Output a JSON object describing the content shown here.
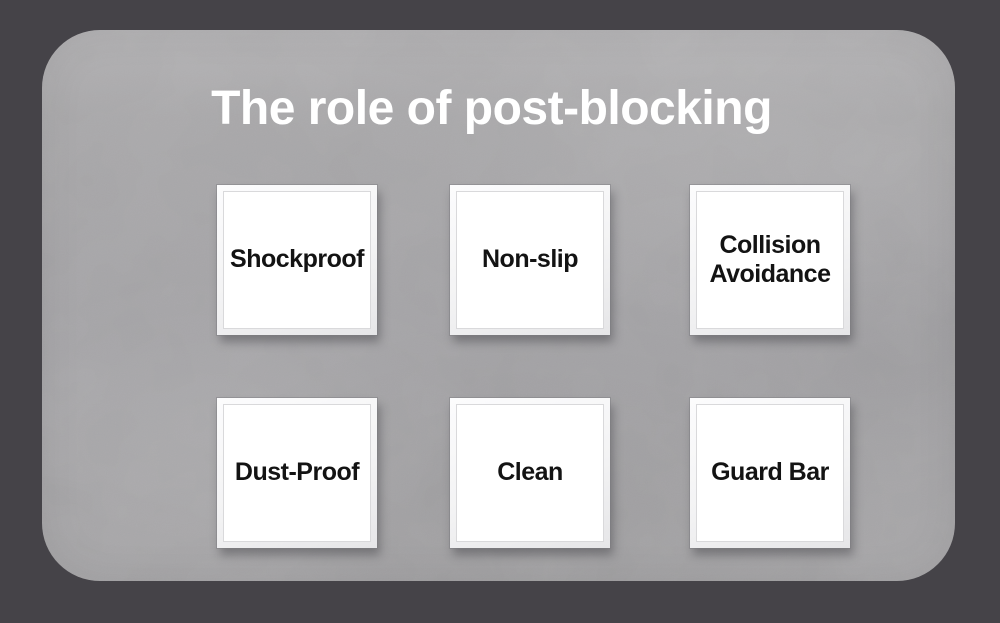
{
  "title": "The role of post-blocking",
  "colors": {
    "outer_background": "#454348",
    "panel_background": "#a6a5a8",
    "card_background": "#ffffff",
    "title_text": "#ffffff",
    "card_text": "#131313"
  },
  "cards": [
    {
      "label": "Shockproof"
    },
    {
      "label": "Non-slip"
    },
    {
      "label": "Collision Avoidance"
    },
    {
      "label": "Dust-Proof"
    },
    {
      "label": "Clean"
    },
    {
      "label": "Guard Bar"
    }
  ]
}
